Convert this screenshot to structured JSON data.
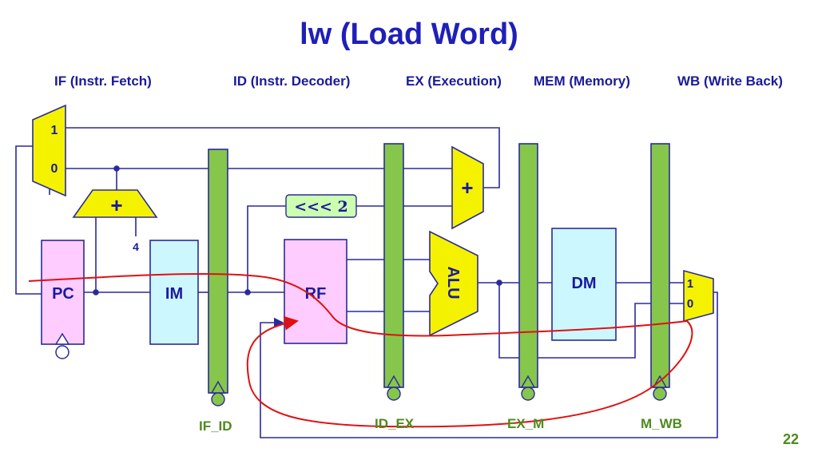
{
  "title": "lw (Load Word)",
  "stages": {
    "if": "IF (Instr. Fetch)",
    "id": "ID (Instr. Decoder)",
    "ex": "EX (Execution)",
    "mem": "MEM (Memory)",
    "wb": "WB (Write Back)"
  },
  "blocks": {
    "pc": "PC",
    "im": "IM",
    "rf": "RF",
    "dm": "DM",
    "alu": "ALU",
    "shift": "<<< 2",
    "adder_if": "+",
    "adder_ex": "+",
    "const_four": "4",
    "mux_pc_top": "1",
    "mux_pc_bottom": "0",
    "mux_wb_top": "1",
    "mux_wb_bottom": "0"
  },
  "registers": {
    "if_id": "IF_ID",
    "id_ex": "ID_EX",
    "ex_m": "EX_M",
    "m_wb": "M_WB"
  },
  "slide_number": "22",
  "colors": {
    "title": "#1f1fb8",
    "wire": "#2a2a9c",
    "pipeline_register": "#86c64a",
    "adder_alu_mux": "#f5f200",
    "pc_rf": "#ffccff",
    "im_dm": "#ccf7ff",
    "shift_box": "#ccffb0",
    "data_path_trace": "#e01010"
  }
}
